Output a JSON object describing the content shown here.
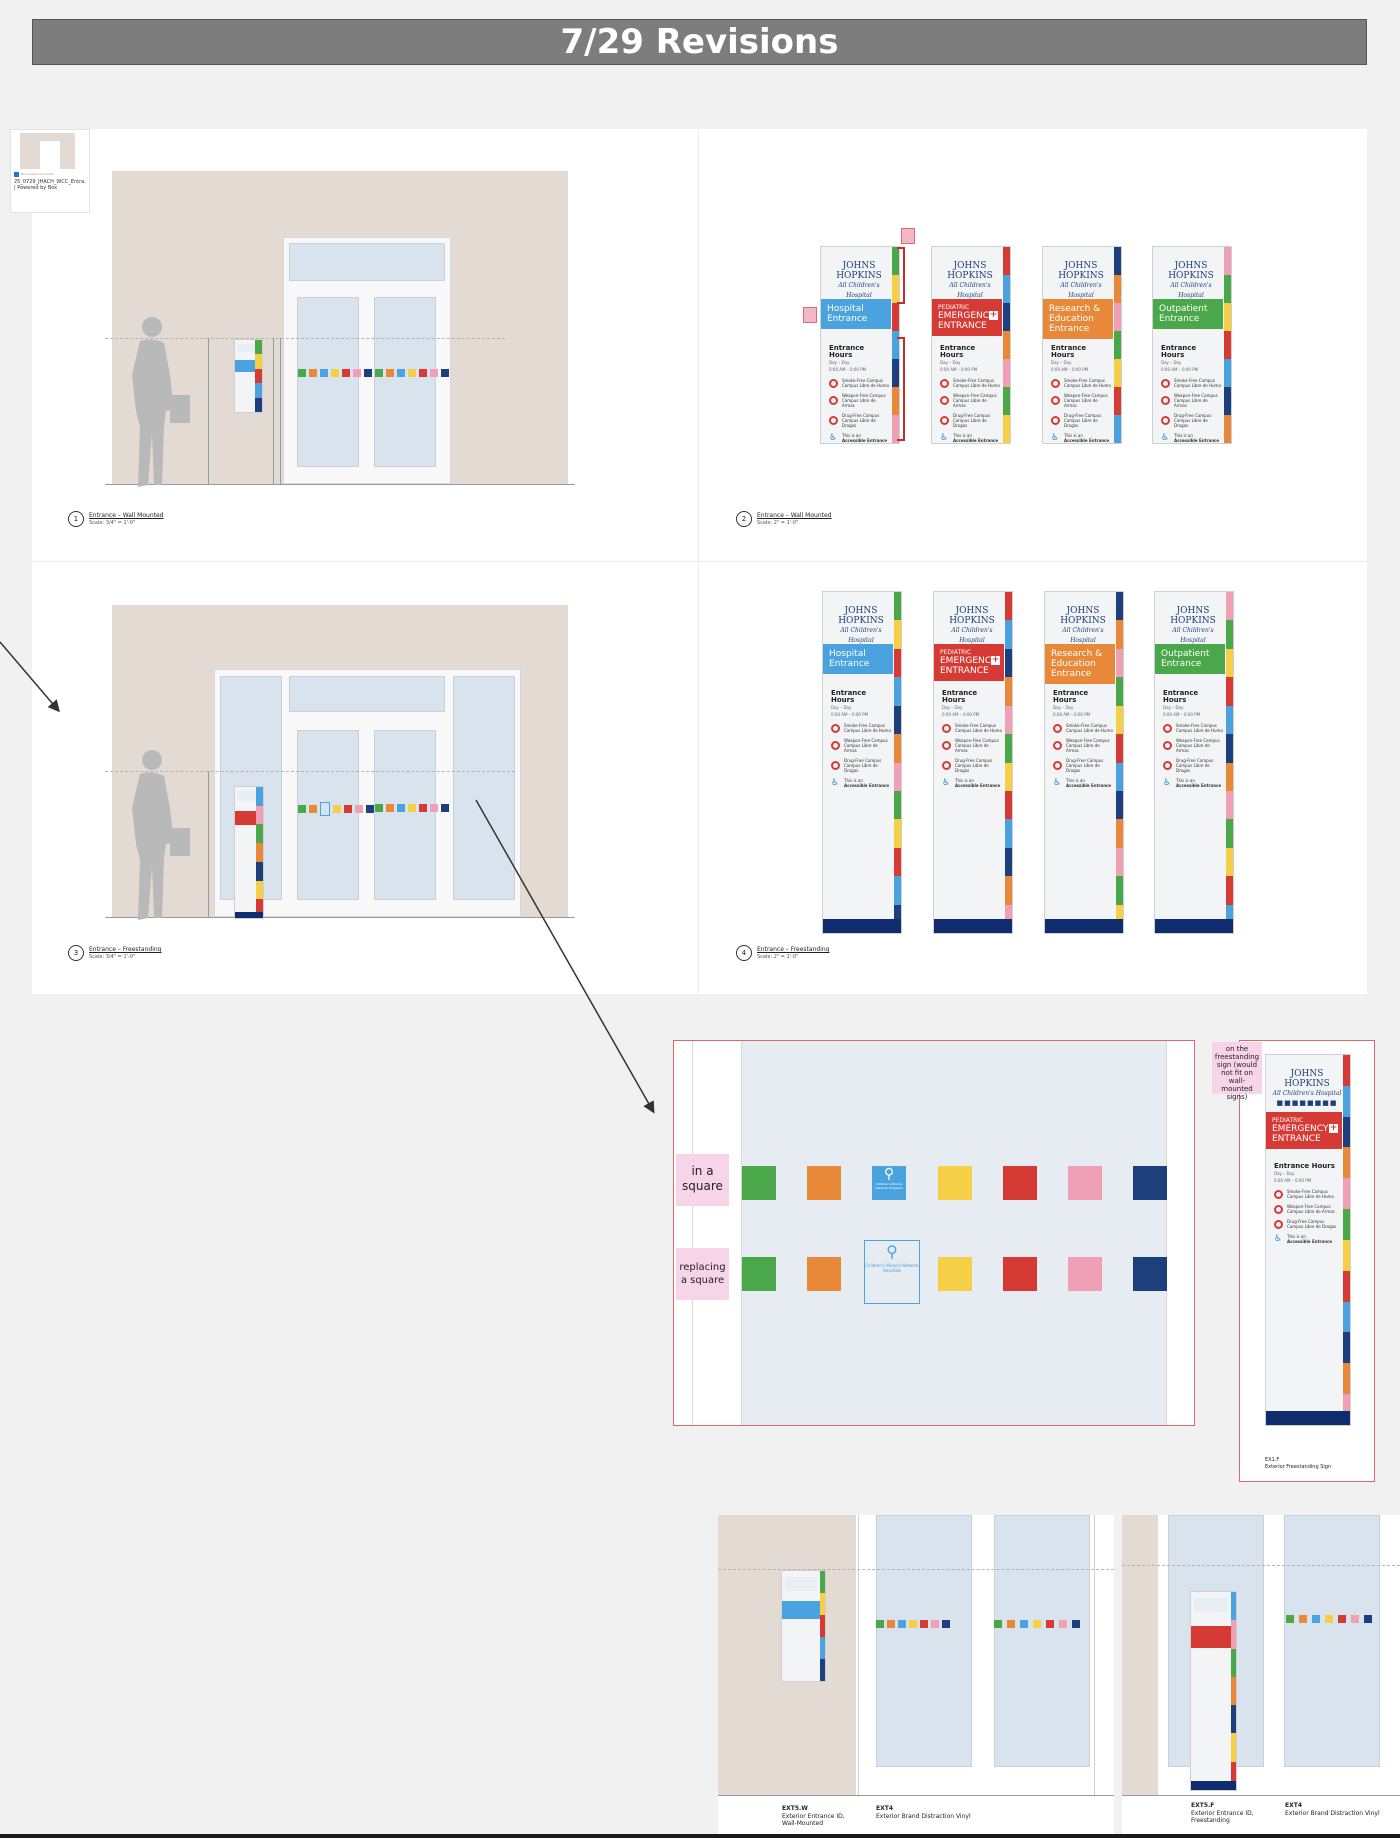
{
  "header": {
    "title": "7/29 Revisions"
  },
  "file_card": {
    "label": "25_0729_JHACH_WCC_Entra...",
    "sub": "| Powered by Box",
    "meta": "Box shared document"
  },
  "elevation_1": {
    "num": "1",
    "title": "Entrance – Wall Mounted",
    "scale": "Scale: 3/4\" = 1'-0\""
  },
  "elevation_2": {
    "num": "2",
    "title": "Entrance – Wall Mounted",
    "scale": "Scale: 2\" = 1'-0\""
  },
  "elevation_3": {
    "num": "3",
    "title": "Entrance – Freestanding",
    "scale": "Scale: 3/4\" = 1'-0\""
  },
  "elevation_4": {
    "num": "4",
    "title": "Entrance – Freestanding",
    "scale": "Scale: 2\" = 1'-0\""
  },
  "sign_common": {
    "logo_main": "JOHNS HOPKINS",
    "logo_sub": "All Children's Hospital",
    "logo_dots": "■■■■■■■■",
    "hours_title": "Entrance Hours",
    "hours_days": "Day – Day",
    "hours_time": "0:00 AM – 0:00 PM",
    "row1": "Smoke-Free Campus",
    "row1_es": "Campus Libre de Humo",
    "row2": "Weapon-Free Campus",
    "row2_es": "Campus Libre de Armas",
    "row3": "Drug-Free Campus",
    "row3_es": "Campus Libre de Drogas",
    "row4": "This is an",
    "row4_b": "Accessible Entrance"
  },
  "signs": [
    {
      "small": "",
      "label_line1": "Hospital",
      "label_line2": "Entrance",
      "label_line3": "",
      "color": "#4aa3df"
    },
    {
      "small": "PEDIATRIC",
      "label_line1": "EMERGENCY",
      "label_line2": "ENTRANCE",
      "label_line3": "",
      "color": "#d63a34"
    },
    {
      "small": "",
      "label_line1": "Research &",
      "label_line2": "Education",
      "label_line3": "Entrance",
      "color": "#e8893a"
    },
    {
      "small": "",
      "label_line1": "Outpatient",
      "label_line2": "Entrance",
      "label_line3": "",
      "color": "#4aa84a"
    }
  ],
  "detail": {
    "note_1": "in a square",
    "note_2": "replacing a square",
    "badge_text": "Children's Miracle Network Hospitals",
    "colors": [
      "#4aa84a",
      "#e8893a",
      "#4aa3df",
      "#f5cf45",
      "#d63a34",
      "#f0a0b4",
      "#1d3f7b"
    ]
  },
  "freestanding": {
    "note": "on the freestanding sign (would not fit on wall-mounted signs)",
    "code": "EX1.F",
    "desc": "Exterior Freestanding Sign"
  },
  "bottom_a": {
    "code_1": "EXT5.W",
    "desc_1": "Exterior Entrance ID, Wall-Mounted",
    "code_2": "EXT4",
    "desc_2": "Exterior Brand Distraction Vinyl"
  },
  "bottom_b": {
    "code_1": "EXT5.F",
    "desc_1": "Exterior Entrance ID, Freestanding",
    "code_2": "EXT4",
    "desc_2": "Exterior Brand Distraction Vinyl"
  },
  "colors": {
    "title_bar": "#7d7d7d",
    "wall": "#e2dad3",
    "glass": "#d9e3ee",
    "navy": "#0f2c6e",
    "sticky": "#f7d4e8",
    "highlight": "#e0676a"
  }
}
